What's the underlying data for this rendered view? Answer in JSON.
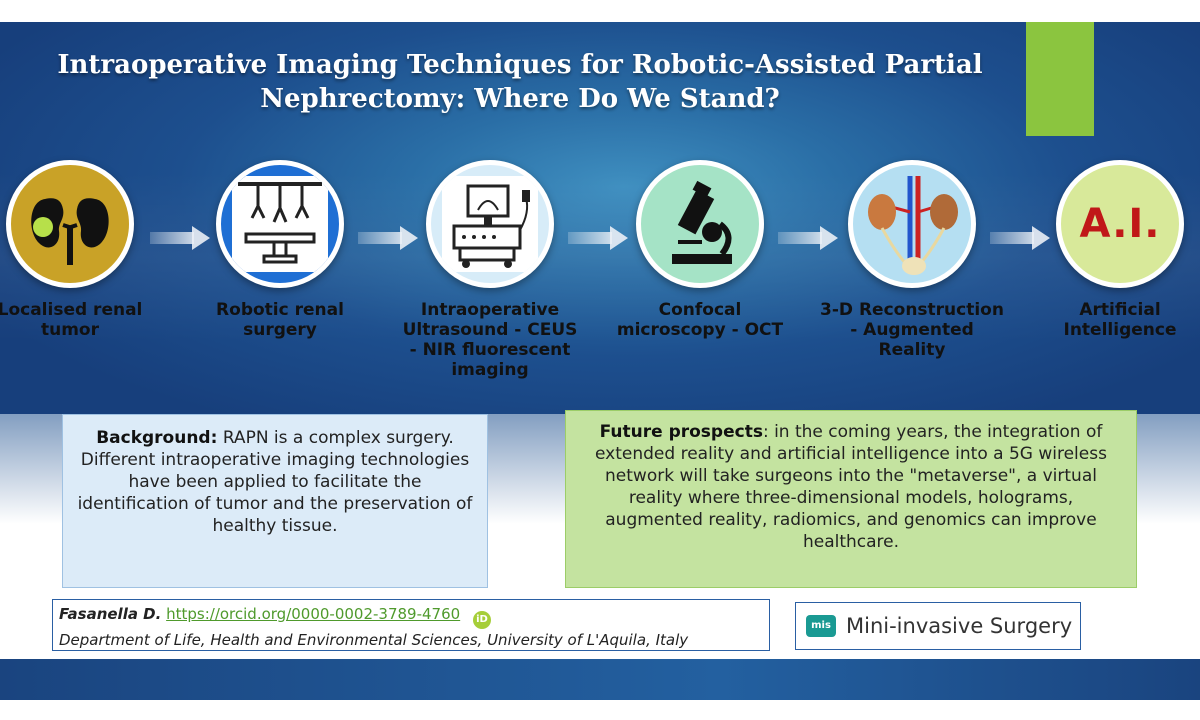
{
  "title": {
    "line1": "Intraoperative Imaging Techniques for Robotic-Assisted Partial",
    "line2": "Nephrectomy: Where Do We Stand?"
  },
  "steps": [
    {
      "icon": "kidney-tumor-icon",
      "label": "Localised renal tumor"
    },
    {
      "icon": "robotic-arms-icon",
      "label": "Robotic renal surgery"
    },
    {
      "icon": "ultrasound-machine-icon",
      "label": "Intraoperative Ultrasound - CEUS - NIR fluorescent imaging"
    },
    {
      "icon": "microscope-icon",
      "label": "Confocal microscopy - OCT"
    },
    {
      "icon": "kidney-3d-model-icon",
      "label": "3-D Reconstruction - Augmented Reality"
    },
    {
      "icon": "ai-text-icon",
      "label": "Artificial Intelligence",
      "badge": "A.I."
    }
  ],
  "background": {
    "heading": "Background:",
    "text": "RAPN is a complex surgery. Different intraoperative imaging technologies have been applied to facilitate the identification of tumor and the preservation of healthy tissue."
  },
  "future": {
    "heading": "Future prospects",
    "text": ": in the coming years, the integration of extended reality and artificial intelligence into a 5G wireless network will take surgeons into the \"metaverse\", a virtual reality where three-dimensional models, holograms, augmented reality, radiomics, and genomics can improve healthcare."
  },
  "author": {
    "name": "Fasanella D.",
    "orcid_url": "https://orcid.org/0000-0002-3789-4760",
    "orcid_badge": "iD",
    "affiliation": "Department of Life, Health and Environmental Sciences, University of L'Aquila, Italy"
  },
  "journal": {
    "logo_text": "mis",
    "name": "Mini-invasive Surgery"
  },
  "colors": {
    "banner_blue": "#1d4f8e",
    "accent_green": "#8bc53f",
    "background_box": "#dcebf8",
    "future_box": "#c4e3a0",
    "ai_red": "#c01818"
  }
}
